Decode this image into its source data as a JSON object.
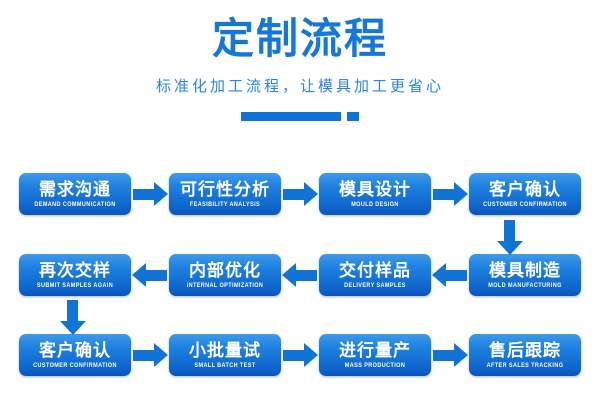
{
  "header": {
    "title": "定制流程",
    "subtitle": "标准化加工流程，让模具加工更省心",
    "accent_color": "#1577d9",
    "subtitle_color": "#2a84de",
    "divider_color": "#1273d6"
  },
  "flow": {
    "node_gradient_top": "#3f9ae8",
    "node_gradient_bottom": "#0a55bd",
    "arrow_color": "#1273d6",
    "rows": [
      {
        "direction": "left-to-right",
        "nodes": [
          {
            "cn": "需求沟通",
            "en": "DEMAND COMMUNICATION"
          },
          {
            "cn": "可行性分析",
            "en": "FEASIBILITY ANALYSIS"
          },
          {
            "cn": "模具设计",
            "en": "MOULD DESIGN"
          },
          {
            "cn": "客户确认",
            "en": "CUSTOMER CONFIRMATION"
          }
        ]
      },
      {
        "direction": "right-to-left",
        "nodes": [
          {
            "cn": "再次交样",
            "en": "SUBMIT SAMPLES AGAIN"
          },
          {
            "cn": "内部优化",
            "en": "INTERNAL OPTIMIZATION"
          },
          {
            "cn": "交付样品",
            "en": "DELIVERY SAMPLES"
          },
          {
            "cn": "模具制造",
            "en": "MOLD MANUFACTURING"
          }
        ]
      },
      {
        "direction": "left-to-right",
        "nodes": [
          {
            "cn": "客户确认",
            "en": "CUSTOMER CONFIRMATION"
          },
          {
            "cn": "小批量试",
            "en": "SMALL BATCH TEST"
          },
          {
            "cn": "进行量产",
            "en": "MASS PRODUCTION"
          },
          {
            "cn": "售后跟踪",
            "en": "AFTER SALES TRACKING"
          }
        ]
      }
    ],
    "vertical_connectors": [
      {
        "from": "客户确认",
        "to": "模具制造",
        "side": "right",
        "direction": "down"
      },
      {
        "from": "再次交样",
        "to": "客户确认",
        "side": "left",
        "direction": "down"
      }
    ]
  }
}
